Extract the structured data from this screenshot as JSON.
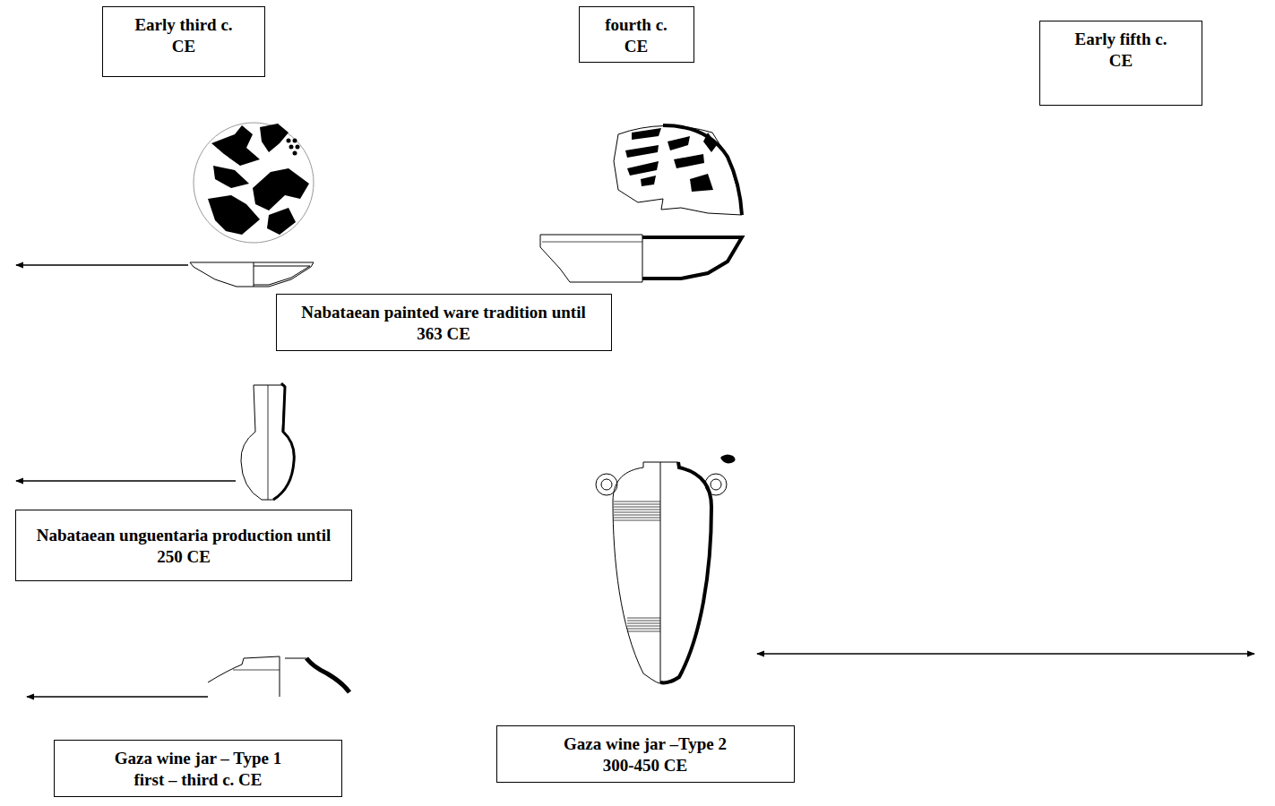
{
  "diagram": {
    "nodes": [
      {
        "text": [
          "Early third c. CE"
        ]
      },
      {
        "text": [
          "fourth c. CE"
        ]
      },
      {
        "text": [
          "Early fifth c. CE"
        ]
      },
      {
        "text": [
          "Nabataean painted ware tradition until 363 CE"
        ]
      },
      {
        "text": [
          "Nabataean unguentaria production until 250 CE"
        ]
      },
      {
        "text": [
          "Gaza wine jar – Type 1 first – third c. CE"
        ]
      },
      {
        "text": [
          "Gaza wine jar –Type 2 300-450 CE"
        ]
      }
    ]
  }
}
